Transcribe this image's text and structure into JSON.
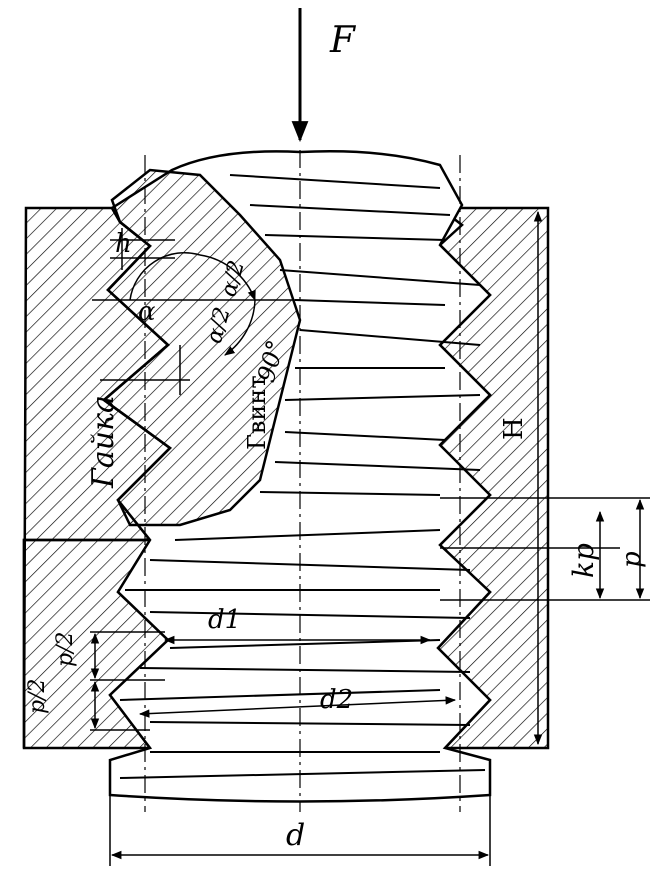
{
  "labels": {
    "force": "F",
    "nut": "Гайка",
    "screw": "Гвинт",
    "nut_height": "H",
    "thread_depth": "h",
    "angle_alpha": "α",
    "half_angle_top": "α/2",
    "half_angle_bottom": "α/2",
    "right_angle": "90°",
    "pitch": "p",
    "pitch_multiple": "kp",
    "half_pitch_top": "p/2",
    "half_pitch_bottom": "p/2",
    "minor_diameter": "d1",
    "mean_diameter": "d2",
    "major_diameter": "d"
  },
  "colors": {
    "ink": "#000000",
    "paper": "#ffffff"
  }
}
